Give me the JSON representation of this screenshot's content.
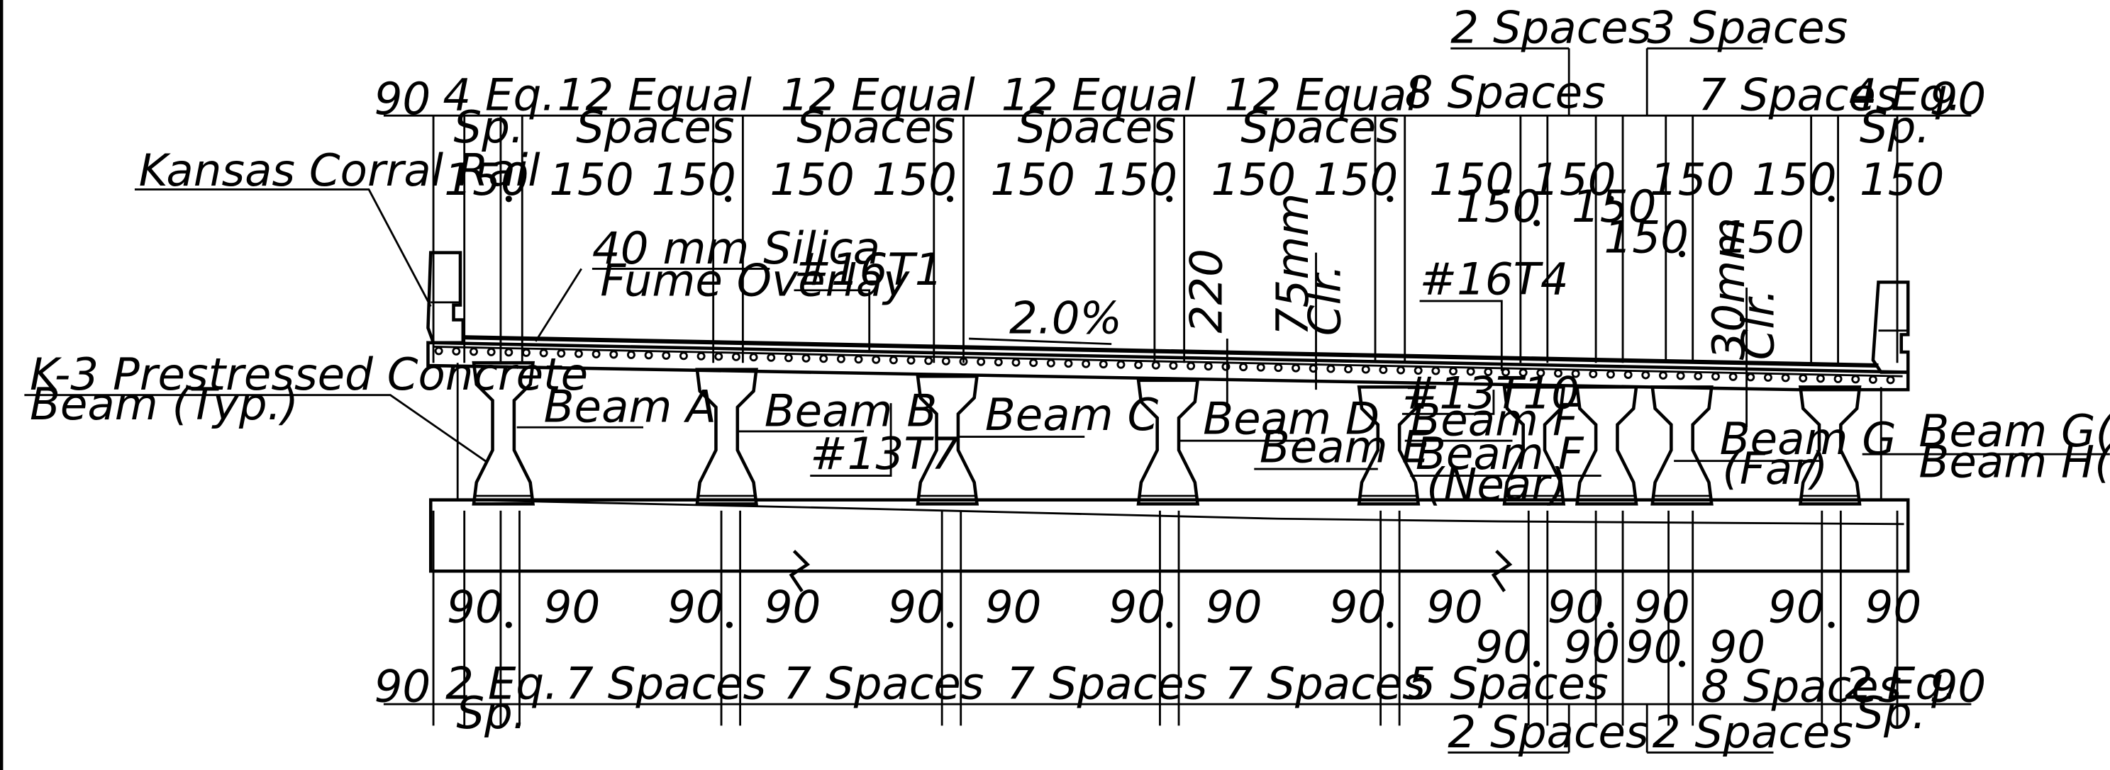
{
  "top_dims": {
    "left_edge": "90",
    "right_edge": "90",
    "four_eq": [
      "4 Eq.",
      "Sp."
    ],
    "four_eq_right": [
      "4 Eq.",
      "Sp."
    ],
    "twelve_equal": [
      "12 Equal",
      "Spaces"
    ],
    "eight_spaces": "8 Spaces",
    "seven_spaces": "7 Spaces",
    "two_spaces": "2 Spaces",
    "three_spaces": "3 Spaces",
    "bar_150": "150"
  },
  "bottom_dims": {
    "left_edge": "90",
    "right_edge": "90",
    "two_eq": [
      "2 Eq.",
      "Sp."
    ],
    "seven_spaces": "7 Spaces",
    "five_spaces": "5 Spaces",
    "eight_spaces": "8 Spaces",
    "two_spaces_a": "2 Spaces",
    "two_spaces_b": "2 Spaces",
    "bar_90": "90"
  },
  "labels": {
    "kansas_rail": "Kansas Corral Rail",
    "overlay_1": "40 mm Silica",
    "overlay_2": "Fume Overlay",
    "bar_16T1": "#16T1",
    "bar_16T4": "#16T4",
    "bar_13T7": "#13T7",
    "bar_13T10": "#13T10",
    "slope": "2.0%",
    "depth_220": "220",
    "clr_75": [
      "75mm",
      "Clr."
    ],
    "clr_30": [
      "30mm",
      "Clr."
    ],
    "beam_note_1": "K-3 Prestressed Concrete",
    "beam_note_2": "Beam (Typ.)",
    "beam_a": "Beam A",
    "beam_b": "Beam B",
    "beam_c": "Beam C",
    "beam_d": "Beam D",
    "beam_e": "Beam E",
    "beam_f": "Beam F",
    "beam_f_near": [
      "Beam F",
      "(Near)"
    ],
    "beam_g_far": [
      "Beam G",
      "(Far)"
    ],
    "beam_g_near": "Beam G(Near)",
    "beam_h_far": "Beam H(Far)"
  }
}
